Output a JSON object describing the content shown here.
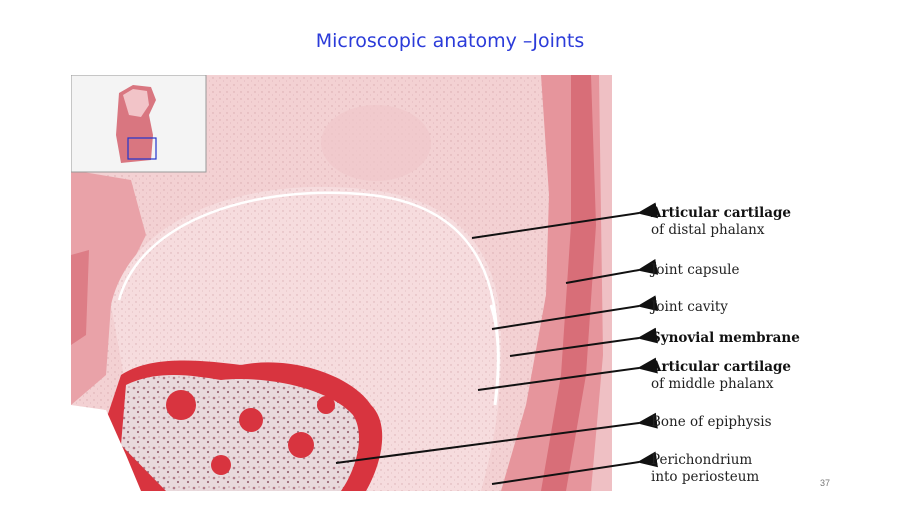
{
  "slide": {
    "title": "Microscopic anatomy –Joints",
    "page_number": "37"
  },
  "labels": [
    {
      "main": "Articular cartilage",
      "sub": "of distal phalanx",
      "bold": true
    },
    {
      "main": "Joint capsule",
      "sub": "",
      "bold": false
    },
    {
      "main": "Joint cavity",
      "sub": "",
      "bold": false
    },
    {
      "main": "Synovial membrane",
      "sub": "",
      "bold": true
    },
    {
      "main": "Articular cartilage",
      "sub": "of middle phalanx",
      "bold": true
    },
    {
      "main": "Bone of epiphysis",
      "sub": "",
      "bold": false
    },
    {
      "main": "Perichondrium",
      "sub": "into periosteum",
      "bold": false
    }
  ],
  "colors": {
    "title": "#2b3bd9",
    "tissue_pink": "#f1c9cc",
    "capsule_red": "#e07f87",
    "bone_red": "#d8343f"
  }
}
